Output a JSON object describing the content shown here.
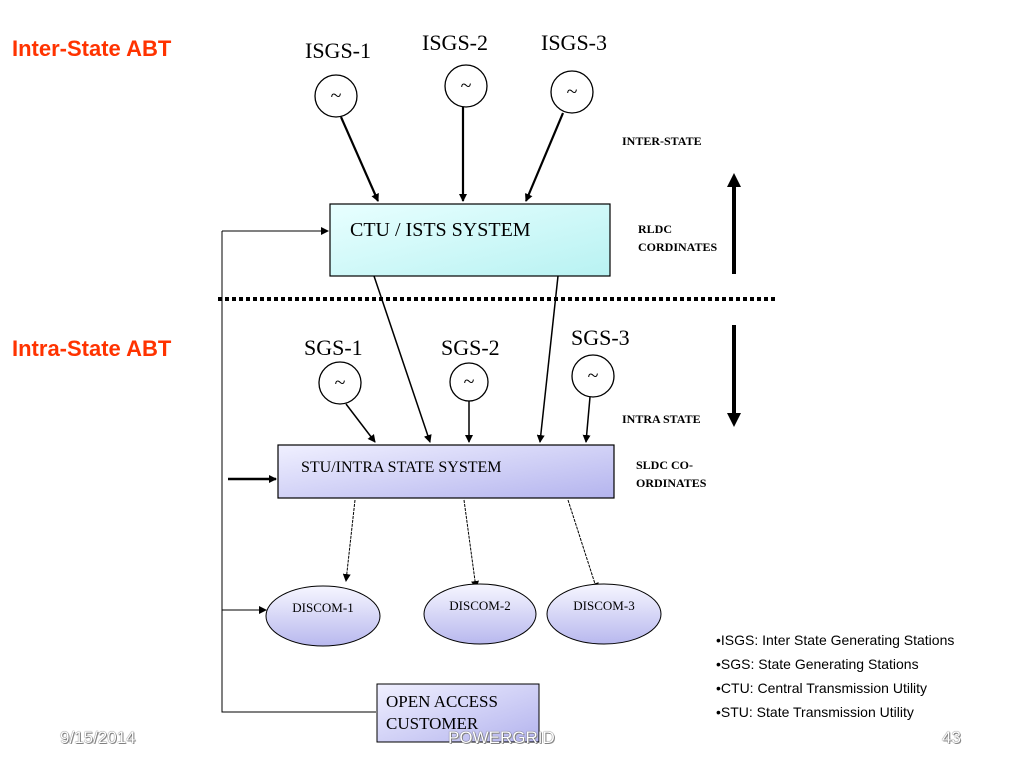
{
  "titles": {
    "inter": "Inter-State ABT",
    "intra": "Intra-State ABT"
  },
  "isgs": [
    "ISGS-1",
    "ISGS-2",
    "ISGS-3"
  ],
  "sgs": [
    "SGS-1",
    "SGS-2",
    "SGS-3"
  ],
  "generator_symbol": "~",
  "ctu_box": "CTU / ISTS SYSTEM",
  "stu_box": "STU/INTRA STATE SYSTEM",
  "discoms": [
    "DISCOM-1",
    "DISCOM-2",
    "DISCOM-3"
  ],
  "open_access": [
    "OPEN ACCESS",
    "CUSTOMER"
  ],
  "side_labels": {
    "inter_state": "INTER-STATE",
    "rldc": [
      "RLDC",
      "CORDINATES"
    ],
    "intra_state": "INTRA STATE",
    "sldc": [
      "SLDC CO-",
      "ORDINATES"
    ]
  },
  "legend": [
    "•ISGS: Inter State Generating Stations",
    "•SGS: State Generating Stations",
    "•CTU: Central Transmission Utility",
    "•STU: State Transmission Utility"
  ],
  "footer": {
    "date": "9/15/2014",
    "org": "POWERGRID",
    "page": "43"
  },
  "colors": {
    "title": "#ff3300",
    "ctu_fill": "#ccffff",
    "stu_fill": "#ccccff",
    "discom_fill": "#ccccff",
    "open_access_fill": "#ccccff"
  }
}
